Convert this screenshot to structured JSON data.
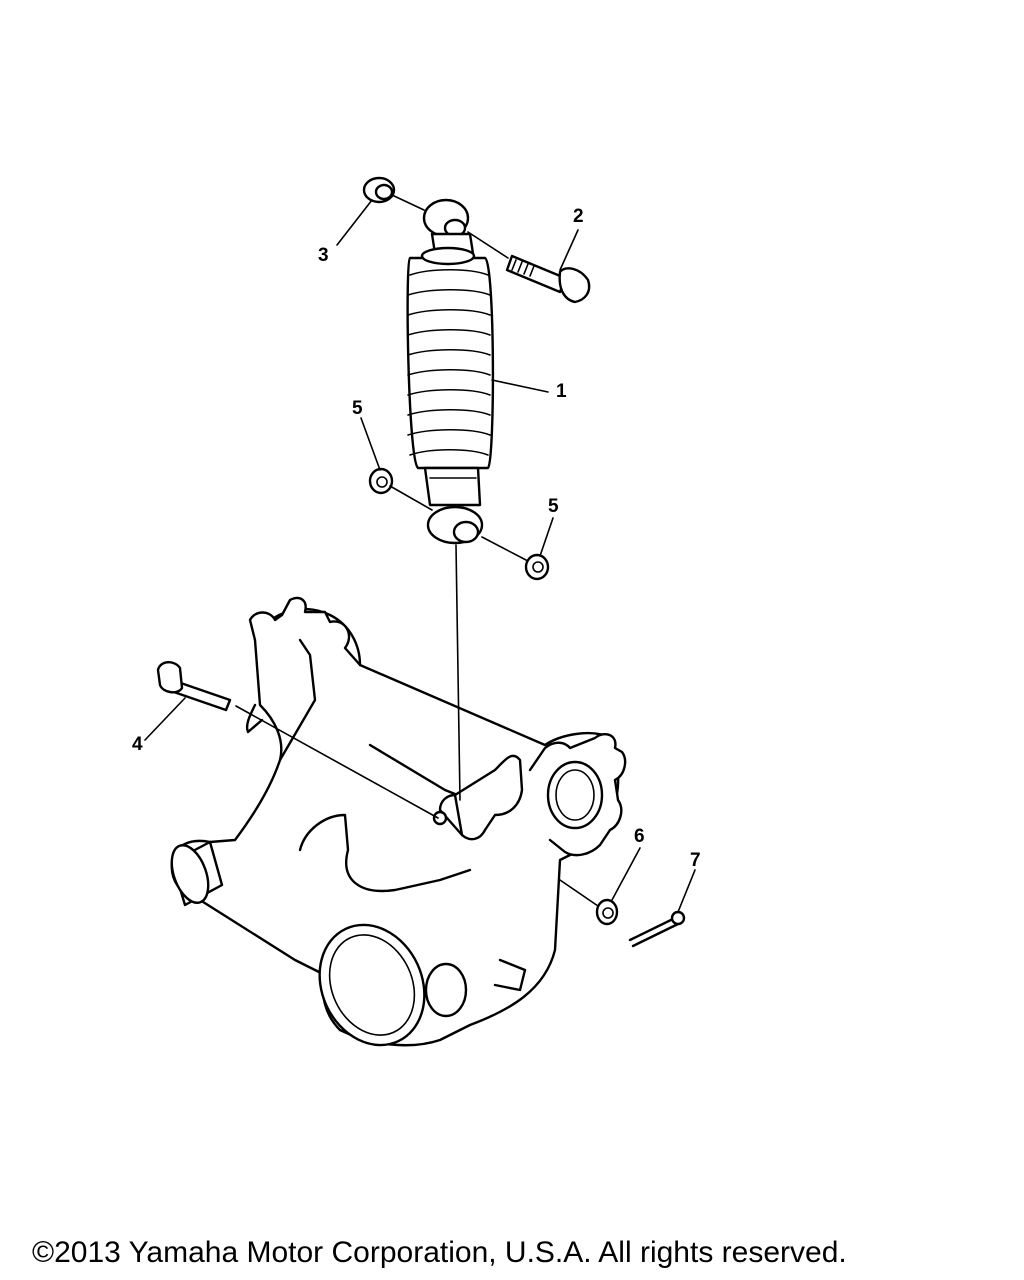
{
  "diagram": {
    "callouts": {
      "shock_absorber": "1",
      "upper_bolt": "2",
      "upper_nut": "3",
      "pivot_bolt": "4",
      "washer_left": "5",
      "washer_right": "5",
      "washer_lower": "6",
      "cotter_pin": "7"
    }
  },
  "footer": {
    "copyright": "©2013 Yamaha Motor Corporation, U.S.A. All rights reserved."
  }
}
